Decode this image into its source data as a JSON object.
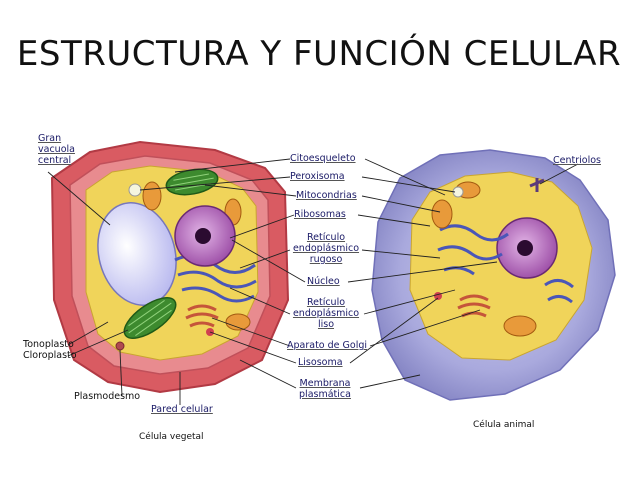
{
  "title": "ESTRUCTURA Y FUNCIÓN CELULAR",
  "labels": {
    "gran_vacuola": [
      "Gran",
      "vacuola",
      "central"
    ],
    "citoesqueleto": "Citoesqueleto",
    "peroxisoma": "Peroxisoma",
    "mitocondrias": "Mitocondrias",
    "ribosomas": "Ribosomas",
    "reticulo_rugoso": [
      "Retículo",
      "endoplásmico",
      "rugoso"
    ],
    "nucleo": "Núcleo",
    "reticulo_liso": [
      "Retículo",
      "endoplásmico",
      "liso"
    ],
    "golgi": "Aparato de Golgi",
    "lisosoma": "Lisosoma",
    "membrana": [
      "Membrana",
      "plasmática"
    ],
    "centriolos": "Centriolos",
    "tonoplasto": "Tonoplasto",
    "cloroplasto": "Cloroplasto",
    "plasmodesmo": "Plasmodesmo",
    "pared_celular": "Pared celular"
  },
  "captions": {
    "vegetal": "Célula vegetal",
    "animal": "Célula animal"
  }
}
